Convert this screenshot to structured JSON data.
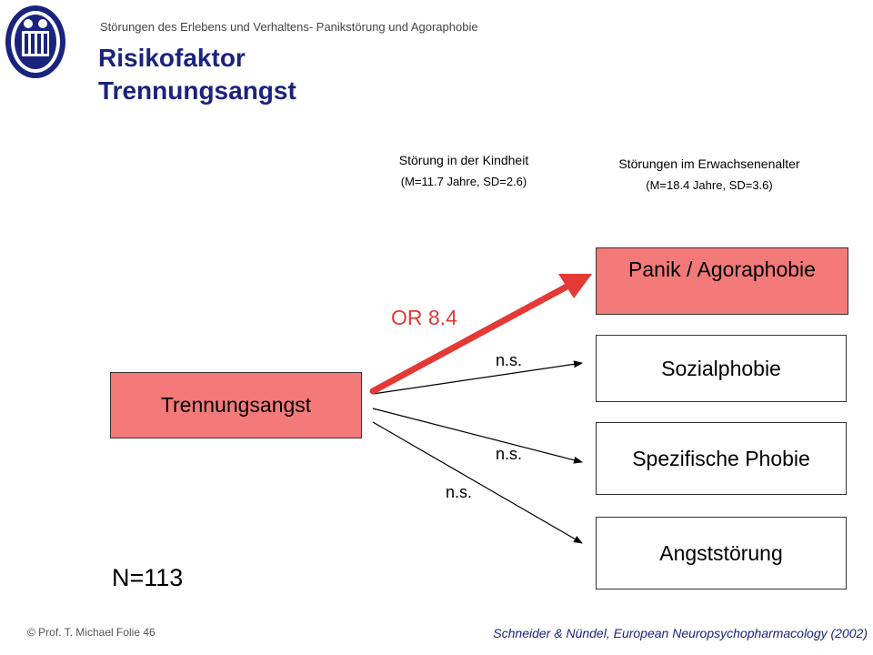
{
  "header": {
    "subtitle": "Störungen des Erlebens und Verhaltens- Panikstörung und Agoraphobie",
    "title_line1": "Risikofaktor",
    "title_line2": "Trennungsangst"
  },
  "columns": {
    "child": {
      "title": "Störung in der Kindheit",
      "stats": "(M=11.7 Jahre, SD=2.6)"
    },
    "adult": {
      "title": "Störungen im Erwachsenenalter",
      "stats": "(M=18.4 Jahre, SD=3.6)"
    }
  },
  "nodes": {
    "source": "Trennungsangst",
    "panik": "Panik / Agoraphobie",
    "sozial": "Sozialphobie",
    "spezifisch": "Spezifische Phobie",
    "angst": "Angststörung"
  },
  "edges": {
    "panik_label": "OR 8.4",
    "sozial_label": "n.s.",
    "spezifisch_label": "n.s.",
    "angst_label": "n.s."
  },
  "sample_size": "N=113",
  "footer": {
    "left": "© Prof. T. Michael Folie 46",
    "right": "Schneider & Nündel, European Neuropsychopharmacology (2002)"
  },
  "colors": {
    "title": "#1a237e",
    "highlight_box": "#f47a7a",
    "highlight_arrow": "#e53935"
  }
}
